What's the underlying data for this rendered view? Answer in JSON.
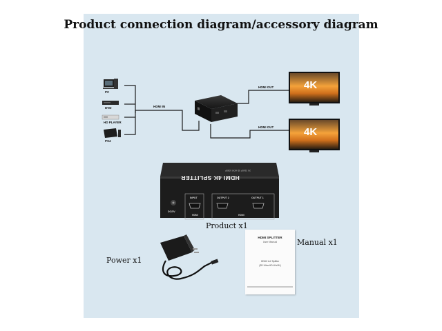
{
  "title": "Product connection diagram/accessory diagram",
  "sources": [
    {
      "label": "PC"
    },
    {
      "label": "DVD"
    },
    {
      "label": "HD PLAYER"
    },
    {
      "label": "PS4"
    }
  ],
  "hdmi_in_label": "HDMI IN",
  "hdmi_out_label": "HDMI OUT",
  "tv_badge": "4K",
  "device": {
    "brand": "HDMI 4K SPLITTER",
    "model_text": "2K 2160P 3D HDR 1080P",
    "power_label": "DC/5V",
    "port_input": "INPUT",
    "port_output2": "OUTPUT 2",
    "port_output1": "OUTPUT 1",
    "hdmi_logo": "HDMI"
  },
  "product_caption": "Product x1",
  "manual_caption": "Manual x1",
  "power_caption": "Power x1",
  "manual": {
    "title": "HDMI SPLITTER",
    "subtitle": "User Manual",
    "line1": "HDMI 1x2 Splitter",
    "line2": "(3D Ultra HD 4Kx2K)"
  },
  "colors": {
    "panel": "#d9e7f0",
    "device": "#1c1c1c",
    "cable": "#1a1a1a",
    "screen_sky": "#f2a02a",
    "screen_ground": "#3a2a18"
  }
}
